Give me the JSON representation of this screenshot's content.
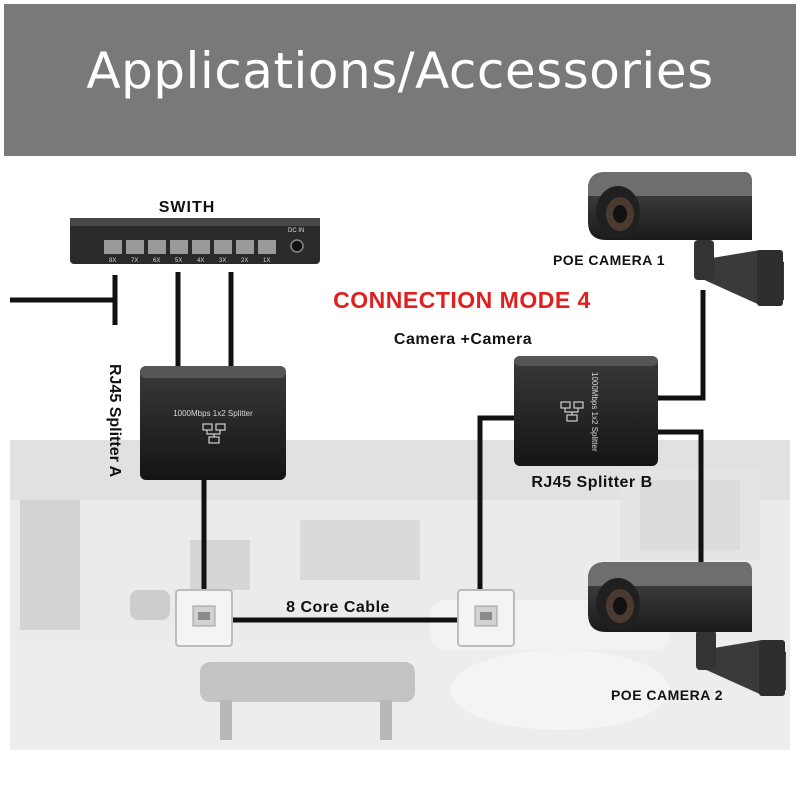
{
  "header": {
    "title": "Applications/Accessories"
  },
  "labels": {
    "switch": "SWITH",
    "connection_mode": "CONNECTION MODE 4",
    "subtitle": "Camera +Camera",
    "splitter_a": "RJ45 Splitter A",
    "splitter_b": "RJ45 Splitter B",
    "cable": "8 Core Cable",
    "camera1": "POE CAMERA 1",
    "camera2": "POE CAMERA 2"
  },
  "devices": {
    "splitter_text": "1000Mbps 1x2 Splitter",
    "switch_ports": [
      "8X",
      "7X",
      "6X",
      "5X",
      "4X",
      "3X",
      "2X",
      "1X"
    ],
    "switch_power": "DC IN"
  },
  "colors": {
    "header_bg": "#7a7878",
    "mode_text": "#e01f1f",
    "cable": "#111111",
    "device": "#1e1e1e"
  }
}
